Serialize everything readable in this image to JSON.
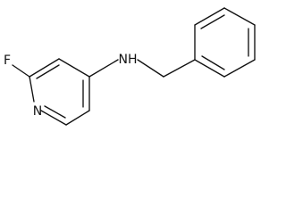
{
  "molecule": {
    "atoms": {
      "fluorine": "F",
      "ring_nitrogen": "N",
      "amine": "NH"
    }
  }
}
